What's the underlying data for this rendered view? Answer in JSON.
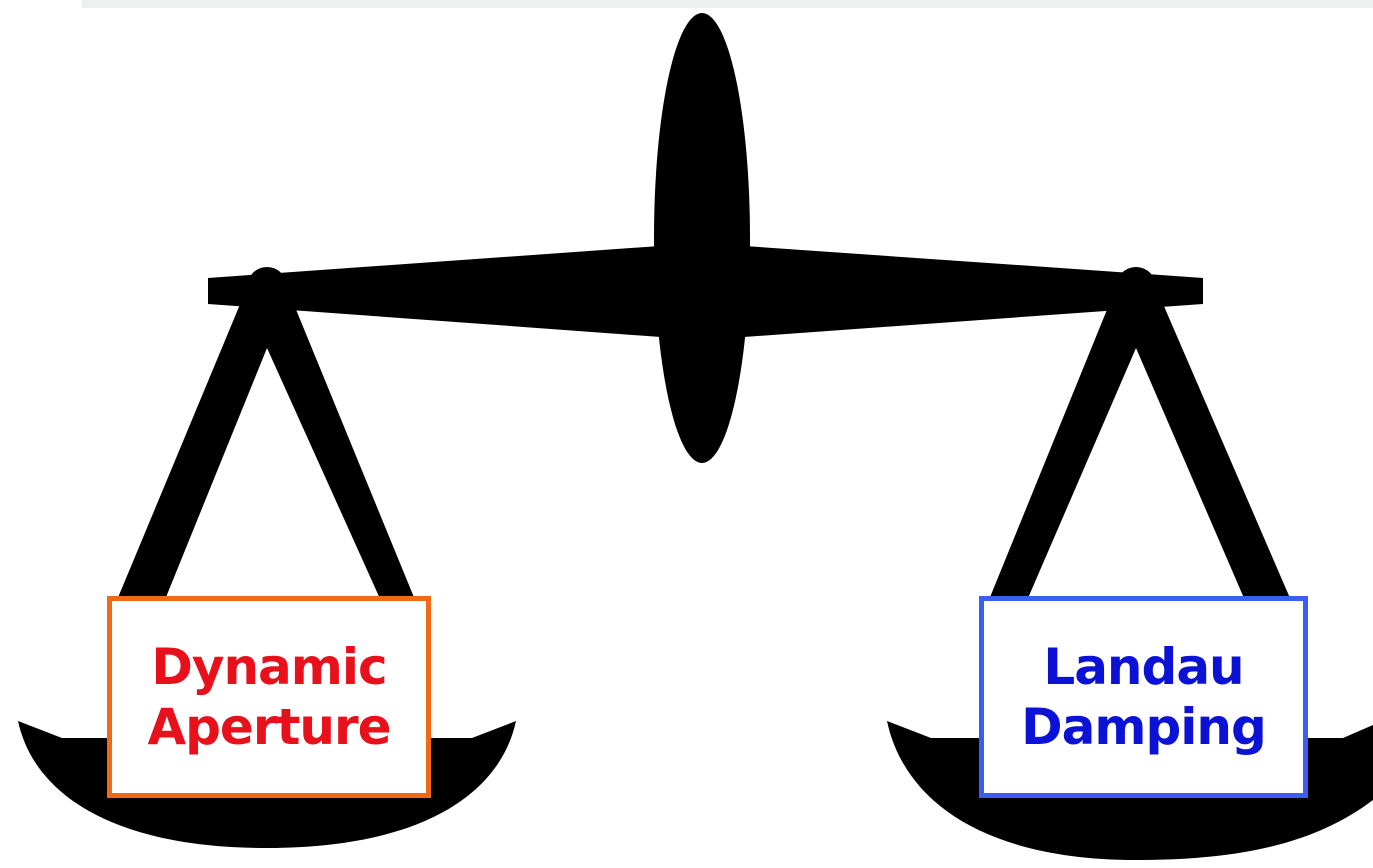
{
  "left_pan": {
    "line1": "Dynamic",
    "line2": "Aperture",
    "text_color": "#e8101a",
    "border_color": "#ee6a16"
  },
  "right_pan": {
    "line1": "Landau",
    "line2": "Damping",
    "text_color": "#0b12d6",
    "border_color": "#3a5ff0"
  },
  "colors": {
    "scale": "#000000",
    "background": "#ffffff"
  }
}
